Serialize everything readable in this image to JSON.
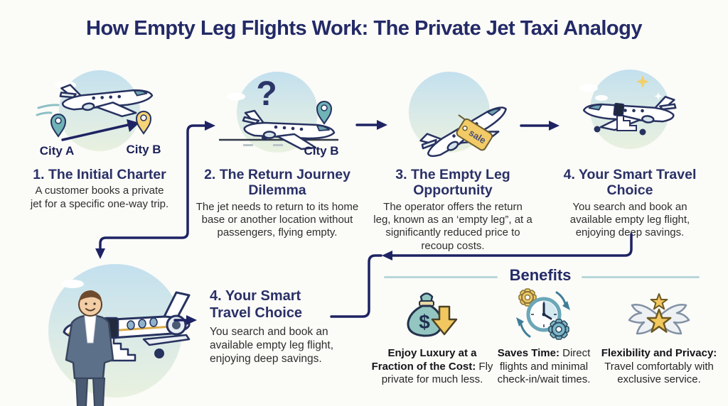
{
  "title": "How Empty Leg Flights Work: The Private Jet Taxi Analogy",
  "steps": [
    {
      "heading": "1. The Initial Charter",
      "body": "A customer books a private jet for a specific one-way trip.",
      "city_a": "City A",
      "city_b": "City B",
      "icon": "jet-flying-icon"
    },
    {
      "heading": "2. The Return Journey Dilemma",
      "body": "The jet needs to return to its home base or another location without passengers, flying empty.",
      "question_mark": "?",
      "city_b": "City B",
      "icon": "jet-grounded-icon"
    },
    {
      "heading": "3. The Empty Leg Opportunity",
      "body": "The operator offers the return leg, known as an ‘empty leg”, at a significantly reduced price to recoup costs.",
      "sale_tag": "sale",
      "icon": "jet-sale-tag-icon"
    },
    {
      "heading": "4. Your Smart Travel Choice",
      "body": "You search and book an available empty leg flight, enjoying deep savings.",
      "icon": "jet-arrival-stairs-icon"
    }
  ],
  "bottom_step": {
    "heading": "4. Your Smart Travel Choice",
    "body": "You search and book an available empty leg flight, enjoying deep savings.",
    "icon": "traveler-with-jet-illustration"
  },
  "benefits": {
    "title": "Benefits",
    "items": [
      {
        "lead": "Enjoy Luxury at a Fraction of the Cost:",
        "text": "Fly private for much less.",
        "icon": "money-bag-discount-icon"
      },
      {
        "lead": "Saves Time:",
        "text": "Direct flights and minimal check-in/wait times.",
        "icon": "clock-gears-icon"
      },
      {
        "lead": "Flexibility and Privacy:",
        "text": "Travel comfortably with exclusive service.",
        "icon": "winged-stars-icon"
      }
    ]
  },
  "colors": {
    "navy": "#232a66",
    "arrow": "#1d2363",
    "teal": "#6fb3b7",
    "yellow": "#f2c96b",
    "divider": "#b7d7d9"
  }
}
